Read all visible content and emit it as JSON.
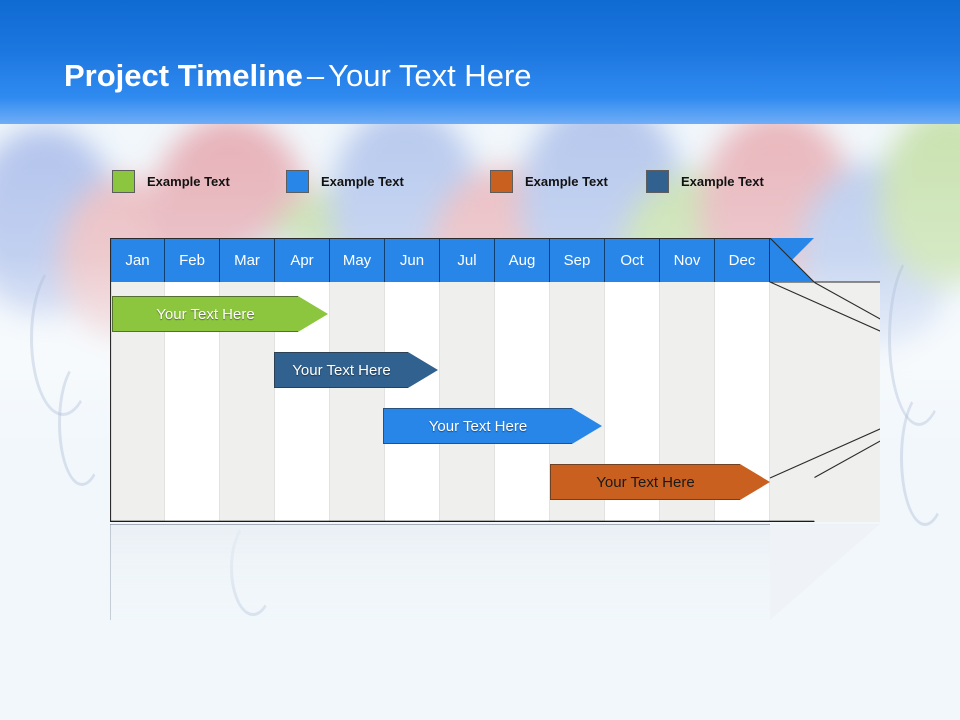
{
  "slide": {
    "title_bold": "Project Timeline",
    "title_dash": "–",
    "title_light": "Your Text Here",
    "background_description": "blurred balloons photo",
    "band_color": "#1d77e0"
  },
  "legend": {
    "items": [
      {
        "label": "Example Text",
        "color": "#8CC63E",
        "x": 0
      },
      {
        "label": "Example Text",
        "color": "#2786E8",
        "x": 174
      },
      {
        "label": "Example Text",
        "color": "#C9601F",
        "x": 378
      },
      {
        "label": "Example Text",
        "color": "#31618E",
        "x": 534
      }
    ]
  },
  "chart_data": {
    "type": "bar",
    "title": "Project Timeline – Your Text Here",
    "xlabel": "",
    "ylabel": "",
    "categories": [
      "Jan",
      "Feb",
      "Mar",
      "Apr",
      "May",
      "Jun",
      "Jul",
      "Aug",
      "Sep",
      "Oct",
      "Nov",
      "Dec"
    ],
    "grid": true,
    "legend_position": "top",
    "series": [
      {
        "name": "Example Text",
        "label": "Your  Text Here",
        "color": "#8CC63E",
        "text_color": "#FFFFFF",
        "start_month": "Jan",
        "end_month": "Apr",
        "left": 2,
        "body_width": 186,
        "tip_width": 30,
        "top": 58
      },
      {
        "name": "Example Text",
        "label": "Your  Text Here",
        "color": "#31618E",
        "text_color": "#FFFFFF",
        "start_month": "Apr",
        "end_month": "Jun",
        "left": 164,
        "body_width": 134,
        "tip_width": 30,
        "top": 114
      },
      {
        "name": "Example Text",
        "label": "Your  Text Here",
        "color": "#2786E8",
        "text_color": "#FFFFFF",
        "start_month": "Jun",
        "end_month": "Sep",
        "left": 273,
        "body_width": 189,
        "tip_width": 30,
        "top": 170
      },
      {
        "name": "Example Text",
        "label": "Your  Text Here",
        "color": "#C9601F",
        "text_color": "#1A1A1A",
        "start_month": "Sep",
        "end_month": "Dec",
        "left": 440,
        "body_width": 190,
        "tip_width": 30,
        "top": 226
      }
    ],
    "header_color": "#2786E8",
    "header_text_color": "#FFFFFF",
    "column_shade_color": "#EFEFEE",
    "column_plain_color": "#FFFFFF"
  }
}
